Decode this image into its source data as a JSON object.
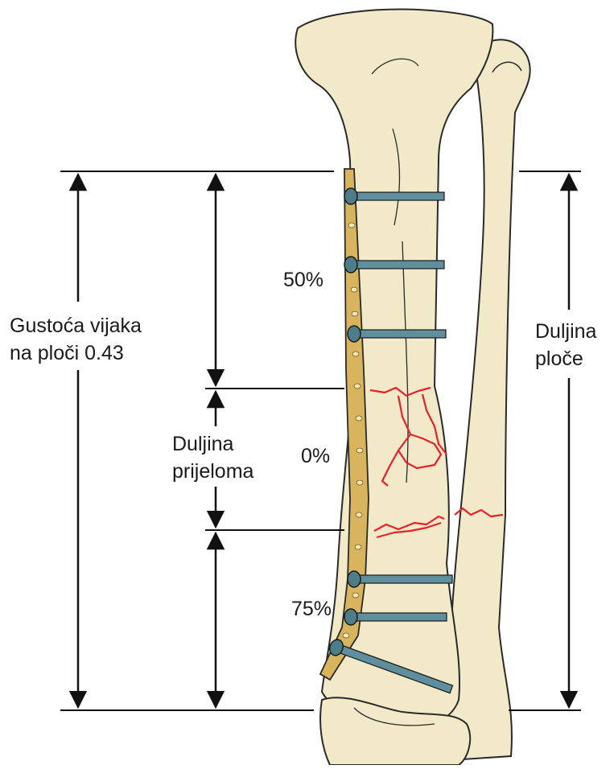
{
  "labels": {
    "density_line1": "Gustoća vijaka",
    "density_line2": "na ploči 0.43",
    "plate_length_line1": "Duljina",
    "plate_length_line2": "ploče",
    "fracture_length_line1": "Duljina",
    "fracture_length_line2": "prijeloma",
    "pct_upper": "50%",
    "pct_fracture": "0%",
    "pct_lower": "75%"
  },
  "colors": {
    "bone_fill": "#f1e9c8",
    "bone_outline": "#2a2a2a",
    "plate_fill": "#d9b45f",
    "screw_fill": "#5f8f9c",
    "fracture_line": "#e8202a",
    "dimension_line": "#111111"
  }
}
